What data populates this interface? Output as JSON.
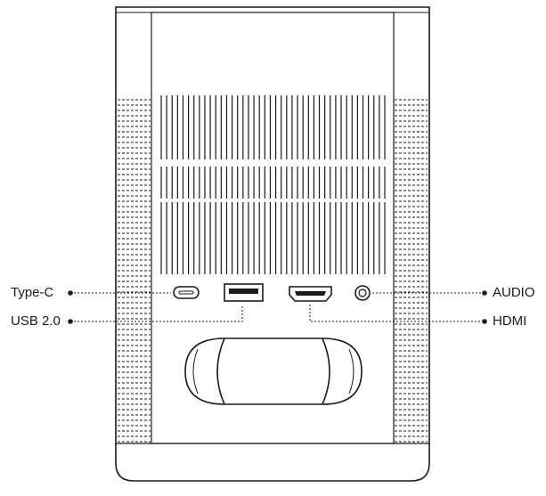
{
  "device": "projector-rear-view",
  "colors": {
    "stroke": "#1a1a1a",
    "background": "#ffffff"
  },
  "ports": {
    "type_c": {
      "label": "Type-C"
    },
    "usb": {
      "label": "USB 2.0"
    },
    "audio": {
      "label": "AUDIO"
    },
    "hdmi": {
      "label": "HDMI"
    }
  }
}
